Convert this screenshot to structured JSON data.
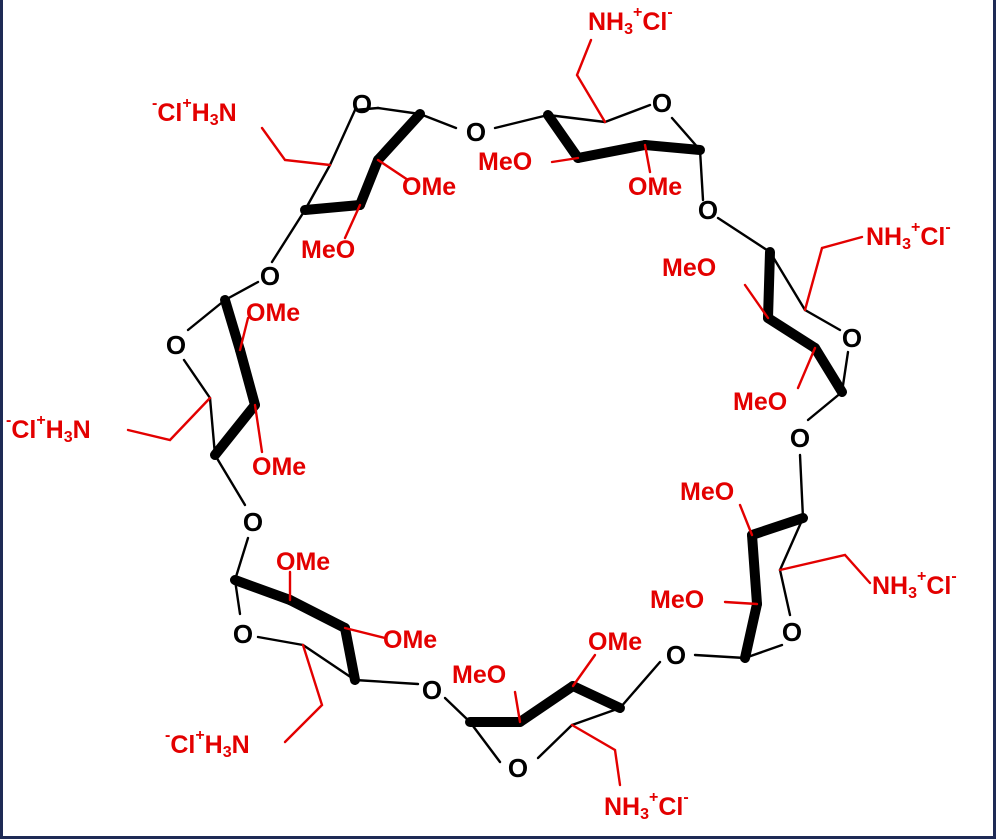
{
  "diagram": {
    "ring_oxygen": "O",
    "methoxy": "MeO",
    "methoxy_right": "OMe",
    "ammonium_right": {
      "prefix": "NH",
      "sub": "3",
      "sup": "+",
      "counter": "Cl",
      "counter_charge": "-"
    },
    "ammonium_left": {
      "charge": "-",
      "counter": "Cl",
      "sup": "+",
      "prefix": "H",
      "sub": "3",
      "atom": "N"
    }
  },
  "colors": {
    "skeleton": "#000000",
    "substituents": "#e30000",
    "frame": "#1e2a55"
  }
}
